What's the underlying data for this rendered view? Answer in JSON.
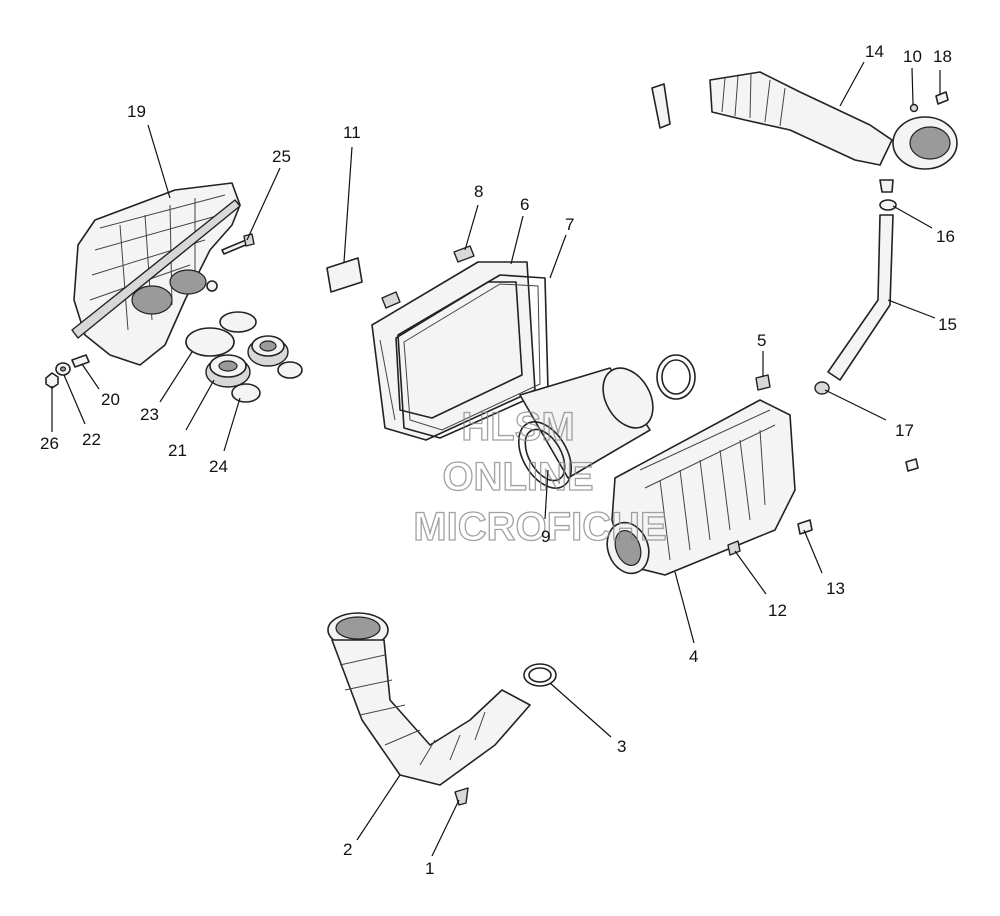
{
  "watermark": {
    "line1": "HLSM",
    "line2": "ONLINE",
    "line3": "MICROFICHE"
  },
  "callouts": [
    {
      "id": "c1",
      "label": "1"
    },
    {
      "id": "c2",
      "label": "2"
    },
    {
      "id": "c3",
      "label": "3"
    },
    {
      "id": "c4",
      "label": "4"
    },
    {
      "id": "c5",
      "label": "5"
    },
    {
      "id": "c6",
      "label": "6"
    },
    {
      "id": "c7",
      "label": "7"
    },
    {
      "id": "c8",
      "label": "8"
    },
    {
      "id": "c9",
      "label": "9"
    },
    {
      "id": "c10",
      "label": "10"
    },
    {
      "id": "c11",
      "label": "11"
    },
    {
      "id": "c12",
      "label": "12"
    },
    {
      "id": "c13",
      "label": "13"
    },
    {
      "id": "c14",
      "label": "14"
    },
    {
      "id": "c15",
      "label": "15"
    },
    {
      "id": "c16",
      "label": "16"
    },
    {
      "id": "c17",
      "label": "17"
    },
    {
      "id": "c18",
      "label": "18"
    },
    {
      "id": "c19",
      "label": "19"
    },
    {
      "id": "c20",
      "label": "20"
    },
    {
      "id": "c21",
      "label": "21"
    },
    {
      "id": "c22",
      "label": "22"
    },
    {
      "id": "c23",
      "label": "23"
    },
    {
      "id": "c24",
      "label": "24"
    },
    {
      "id": "c25",
      "label": "25"
    },
    {
      "id": "c26",
      "label": "26"
    }
  ]
}
